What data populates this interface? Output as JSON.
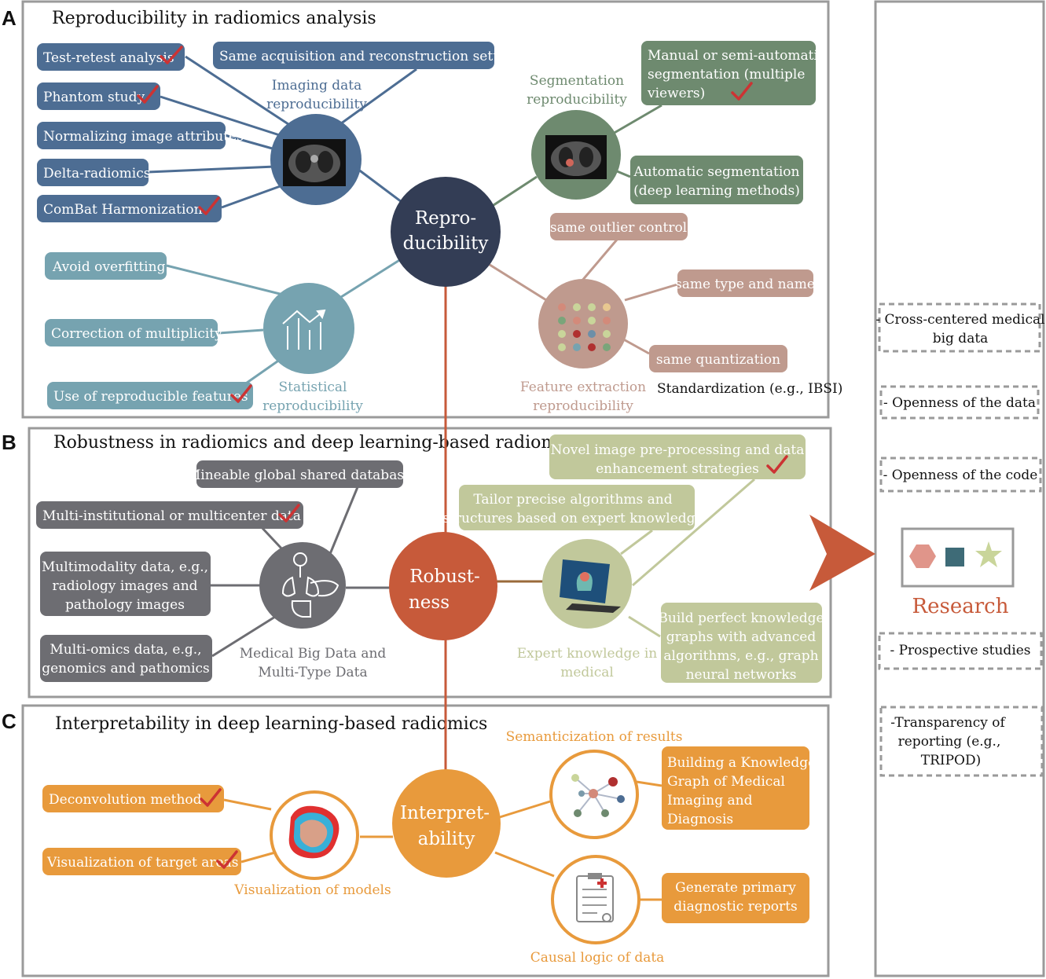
{
  "colors": {
    "imaging": "#4d6d93",
    "segmentation": "#6e8a6f",
    "statistical": "#76a3b0",
    "feature": "#bf9a8e",
    "center": "#333d55",
    "robust": "#c75a3a",
    "bigdata": "#6d6d72",
    "expert": "#c1c89b",
    "interp": "#e89a3c",
    "check": "#cc3333",
    "frame": "#9a9a9a"
  },
  "panel_labels": {
    "a": "A",
    "b": "B",
    "c": "C"
  },
  "section_a": {
    "title": "Reproducibility in radiomics analysis",
    "center": [
      "Repro-",
      "ducibility"
    ],
    "imaging": {
      "label": [
        "Imaging data",
        "reproducibility"
      ],
      "items": [
        "Test-retest analysis",
        "Phantom study",
        "Normalizing image attributes",
        "Delta-radiomics",
        "ComBat Harmonization",
        "Same acquisition and reconstruction settings"
      ]
    },
    "segmentation": {
      "label": [
        "Segmentation",
        "reproducibility"
      ],
      "items": [
        [
          "Manual or semi-automatic",
          "segmentation (multiple",
          "viewers)"
        ],
        [
          "Automatic segmentation",
          "(deep learning methods)"
        ]
      ]
    },
    "statistical": {
      "label": [
        "Statistical",
        "reproducibility"
      ],
      "items": [
        "Avoid overfitting",
        "Correction of multiplicity",
        "Use of reproducible features"
      ]
    },
    "feature": {
      "label": [
        "Feature extraction",
        "reproducibility"
      ],
      "items": [
        "same outlier control",
        "same type and name",
        "same quantization"
      ],
      "standard": "Standardization (e.g., IBSI)"
    }
  },
  "section_b": {
    "title": "Robustness in radiomics and deep learning-based radiomics",
    "center": [
      "Robust-",
      "ness"
    ],
    "bigdata": {
      "label": [
        "Medical Big Data and",
        "Multi-Type Data"
      ],
      "items": [
        [
          "Mineable global shared database"
        ],
        [
          "Multi-institutional or multicenter data"
        ],
        [
          "Multimodality data, e.g.,",
          "radiology images and",
          "pathology images"
        ],
        [
          "Multi-omics data, e.g.,",
          "genomics and pathomics"
        ]
      ]
    },
    "expert": {
      "label": [
        "Expert knowledge in",
        "medical"
      ],
      "items": [
        [
          "Novel image pre-processing and data",
          "enhancement strategies"
        ],
        [
          "Tailor precise algorithms and",
          "structures based on expert knowledge"
        ],
        [
          "Build perfect knowledge",
          "graphs with advanced",
          "algorithms, e.g., graph",
          "neural networks"
        ]
      ]
    }
  },
  "section_c": {
    "title": "Interpretability in deep learning-based radiomics",
    "center": [
      "Interpret-",
      "ability"
    ],
    "visualization": {
      "label": "Visualization of models",
      "items": [
        "Deconvolution method",
        "Visualization of target areas"
      ]
    },
    "semantic": {
      "label": "Semanticization of results",
      "items": [
        [
          "Building a Knowledge",
          "Graph of Medical",
          "Imaging and",
          "Diagnosis"
        ]
      ]
    },
    "causal": {
      "label": "Causal logic of data",
      "items": [
        [
          "Generate primary",
          "diagnostic reports"
        ]
      ]
    }
  },
  "research": {
    "label": "Research",
    "items": [
      [
        "- Cross-centered medical",
        "big data"
      ],
      [
        "- Openness of the data"
      ],
      [
        "- Openness of the code"
      ],
      [
        "- Prospective studies"
      ],
      [
        "-Transparency of",
        "reporting (e.g.,",
        "TRIPOD)"
      ]
    ]
  }
}
